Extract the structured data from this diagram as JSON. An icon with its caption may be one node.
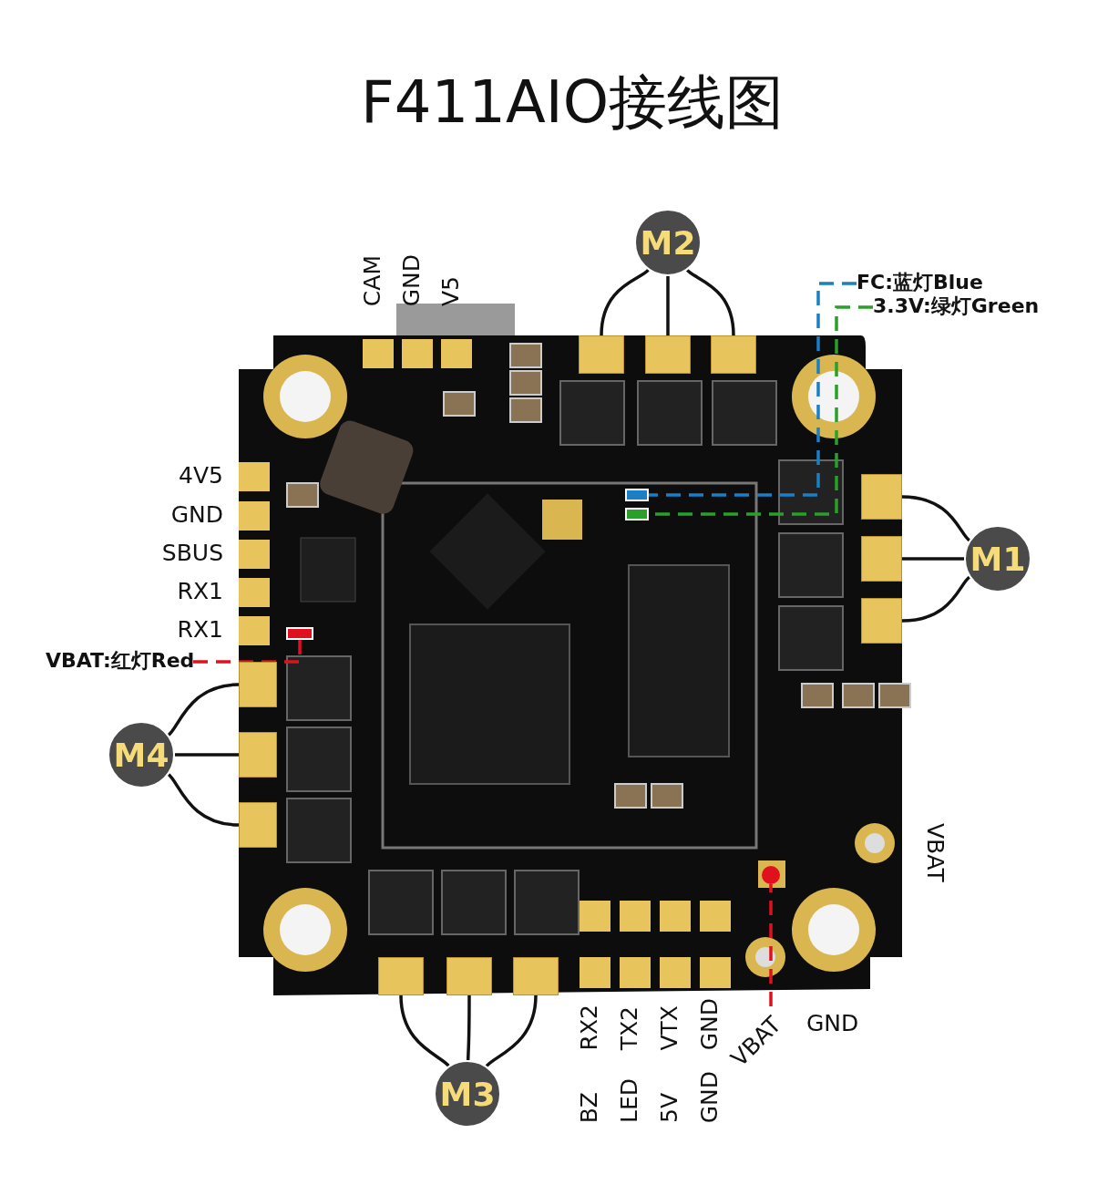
{
  "diagram": {
    "title": "F411AIO接线图",
    "nodes": [
      {
        "text": [
          "M2"
        ]
      },
      {
        "text": [],
        "shape": "box"
      },
      {
        "text": [],
        "shape": "box"
      },
      {
        "text": [],
        "shape": "box"
      },
      {
        "text": [
          "FC:蓝灯Blue"
        ]
      },
      {
        "text": [
          "3.3V:绿灯Green"
        ]
      },
      {
        "text": [],
        "shape": "box"
      },
      {
        "text": [],
        "shape": "box"
      },
      {
        "text": [
          "M1"
        ]
      },
      {
        "text": [],
        "shape": "box"
      },
      {
        "text": [],
        "shape": "box"
      },
      {
        "text": [],
        "shape": "box"
      },
      {
        "text": [
          "VBAT:红灯Red"
        ]
      },
      {
        "text": [],
        "shape": "box"
      },
      {
        "text": [
          "M4"
        ]
      },
      {
        "text": [],
        "shape": "box"
      },
      {
        "text": [],
        "shape": "box"
      },
      {
        "text": [],
        "shape": "box"
      },
      {
        "text": [],
        "shape": "circle"
      },
      {
        "text": [],
        "shape": "box"
      },
      {
        "text": [],
        "shape": "box"
      },
      {
        "text": [],
        "shape": "box"
      },
      {
        "text": [
          "VBAT"
        ]
      },
      {
        "text": [
          "M3"
        ]
      }
    ],
    "edges": [
      {
        "from": 0,
        "to": 1,
        "arrow": "none"
      },
      {
        "from": 0,
        "to": 2,
        "arrow": "none"
      },
      {
        "from": 0,
        "to": 3,
        "arrow": "none"
      },
      {
        "from": 4,
        "to": 6,
        "arrow": "none",
        "style": "dashed",
        "color": "#1a7fc4"
      },
      {
        "from": 5,
        "to": 7,
        "arrow": "none",
        "style": "dashed",
        "color": "#2aa02a"
      },
      {
        "from": 8,
        "to": 9,
        "arrow": "none"
      },
      {
        "from": 8,
        "to": 10,
        "arrow": "none"
      },
      {
        "from": 8,
        "to": 11,
        "arrow": "none"
      },
      {
        "from": 12,
        "to": 13,
        "arrow": "none",
        "style": "dashed",
        "color": "#e0101e"
      },
      {
        "from": 14,
        "to": 15,
        "arrow": "none"
      },
      {
        "from": 14,
        "to": 16,
        "arrow": "none"
      },
      {
        "from": 14,
        "to": 17,
        "arrow": "none"
      },
      {
        "from": 22,
        "to": 18,
        "arrow": "none",
        "style": "dashed",
        "color": "#e0101e"
      },
      {
        "from": 23,
        "to": 19,
        "arrow": "none"
      },
      {
        "from": 23,
        "to": 20,
        "arrow": "none"
      },
      {
        "from": 23,
        "to": 21,
        "arrow": "none"
      }
    ],
    "labels": [
      "CAM",
      "GND",
      "V5",
      "4V5",
      "GND",
      "SBUS",
      "RX1",
      "RX1",
      "VBAT",
      "RX2",
      "TX2",
      "VTX",
      "GND",
      "GND",
      "BZ",
      "LED",
      "5V",
      "GND"
    ]
  }
}
